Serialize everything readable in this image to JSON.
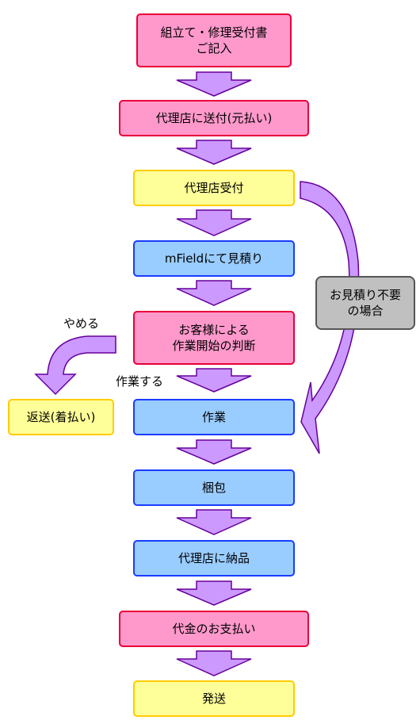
{
  "steps": {
    "s1": "組立て・修理受付書\nご記入",
    "s2": "代理店に送付(元払い)",
    "s3": "代理店受付",
    "s4": "mFieldにて見積り",
    "s5": "お客様による\n作業開始の判断",
    "s6": "作業",
    "s7": "梱包",
    "s8": "代理店に納品",
    "s9": "代金のお支払い",
    "s10": "発送"
  },
  "side": {
    "return": "返送(着払い)",
    "no_estimate": "お見積り不要\nの場合"
  },
  "labels": {
    "stop": "やめる",
    "proceed": "作業する"
  },
  "colors": {
    "pink_fill": "#ff99cc",
    "pink_border": "#e8003a",
    "yellow_fill": "#ffff99",
    "yellow_border": "#ffcc00",
    "blue_fill": "#99ccff",
    "blue_border": "#1a3cff",
    "arrow_fill": "#cc99ff",
    "arrow_border": "#660099"
  }
}
